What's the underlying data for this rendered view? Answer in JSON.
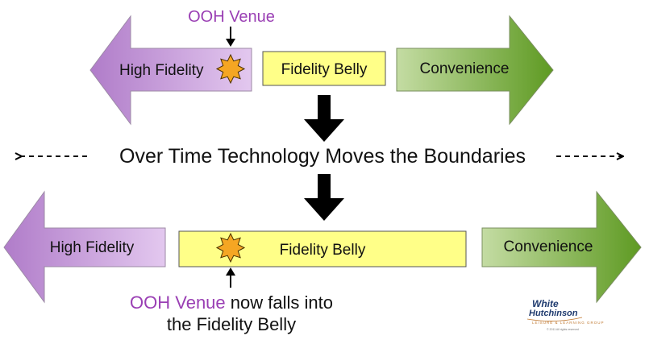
{
  "top_row": {
    "venue_label": "OOH Venue",
    "left_arrow": "High Fidelity",
    "middle_box": "Fidelity Belly",
    "right_arrow": "Convenience"
  },
  "middle_text": "Over Time Technology Moves the Boundaries",
  "bottom_row": {
    "left_arrow": "High Fidelity",
    "middle_box": "Fidelity Belly",
    "right_arrow": "Convenience"
  },
  "bottom_caption": {
    "venue": "OOH Venue",
    "rest_line1": " now falls into",
    "line2": "the Fidelity Belly"
  },
  "logo": {
    "line1": "White",
    "line2": "Hutchinson",
    "tagline": "LEISURE & LEARNING GROUP",
    "copyright": "© 2011 All rights reserved"
  },
  "colors": {
    "purple_arrow": "#c9a0dc",
    "green_arrow": "#7bab3a",
    "yellow_box": "#ffff88",
    "venue_purple": "#9a3fb4",
    "star": "#f5a623"
  }
}
